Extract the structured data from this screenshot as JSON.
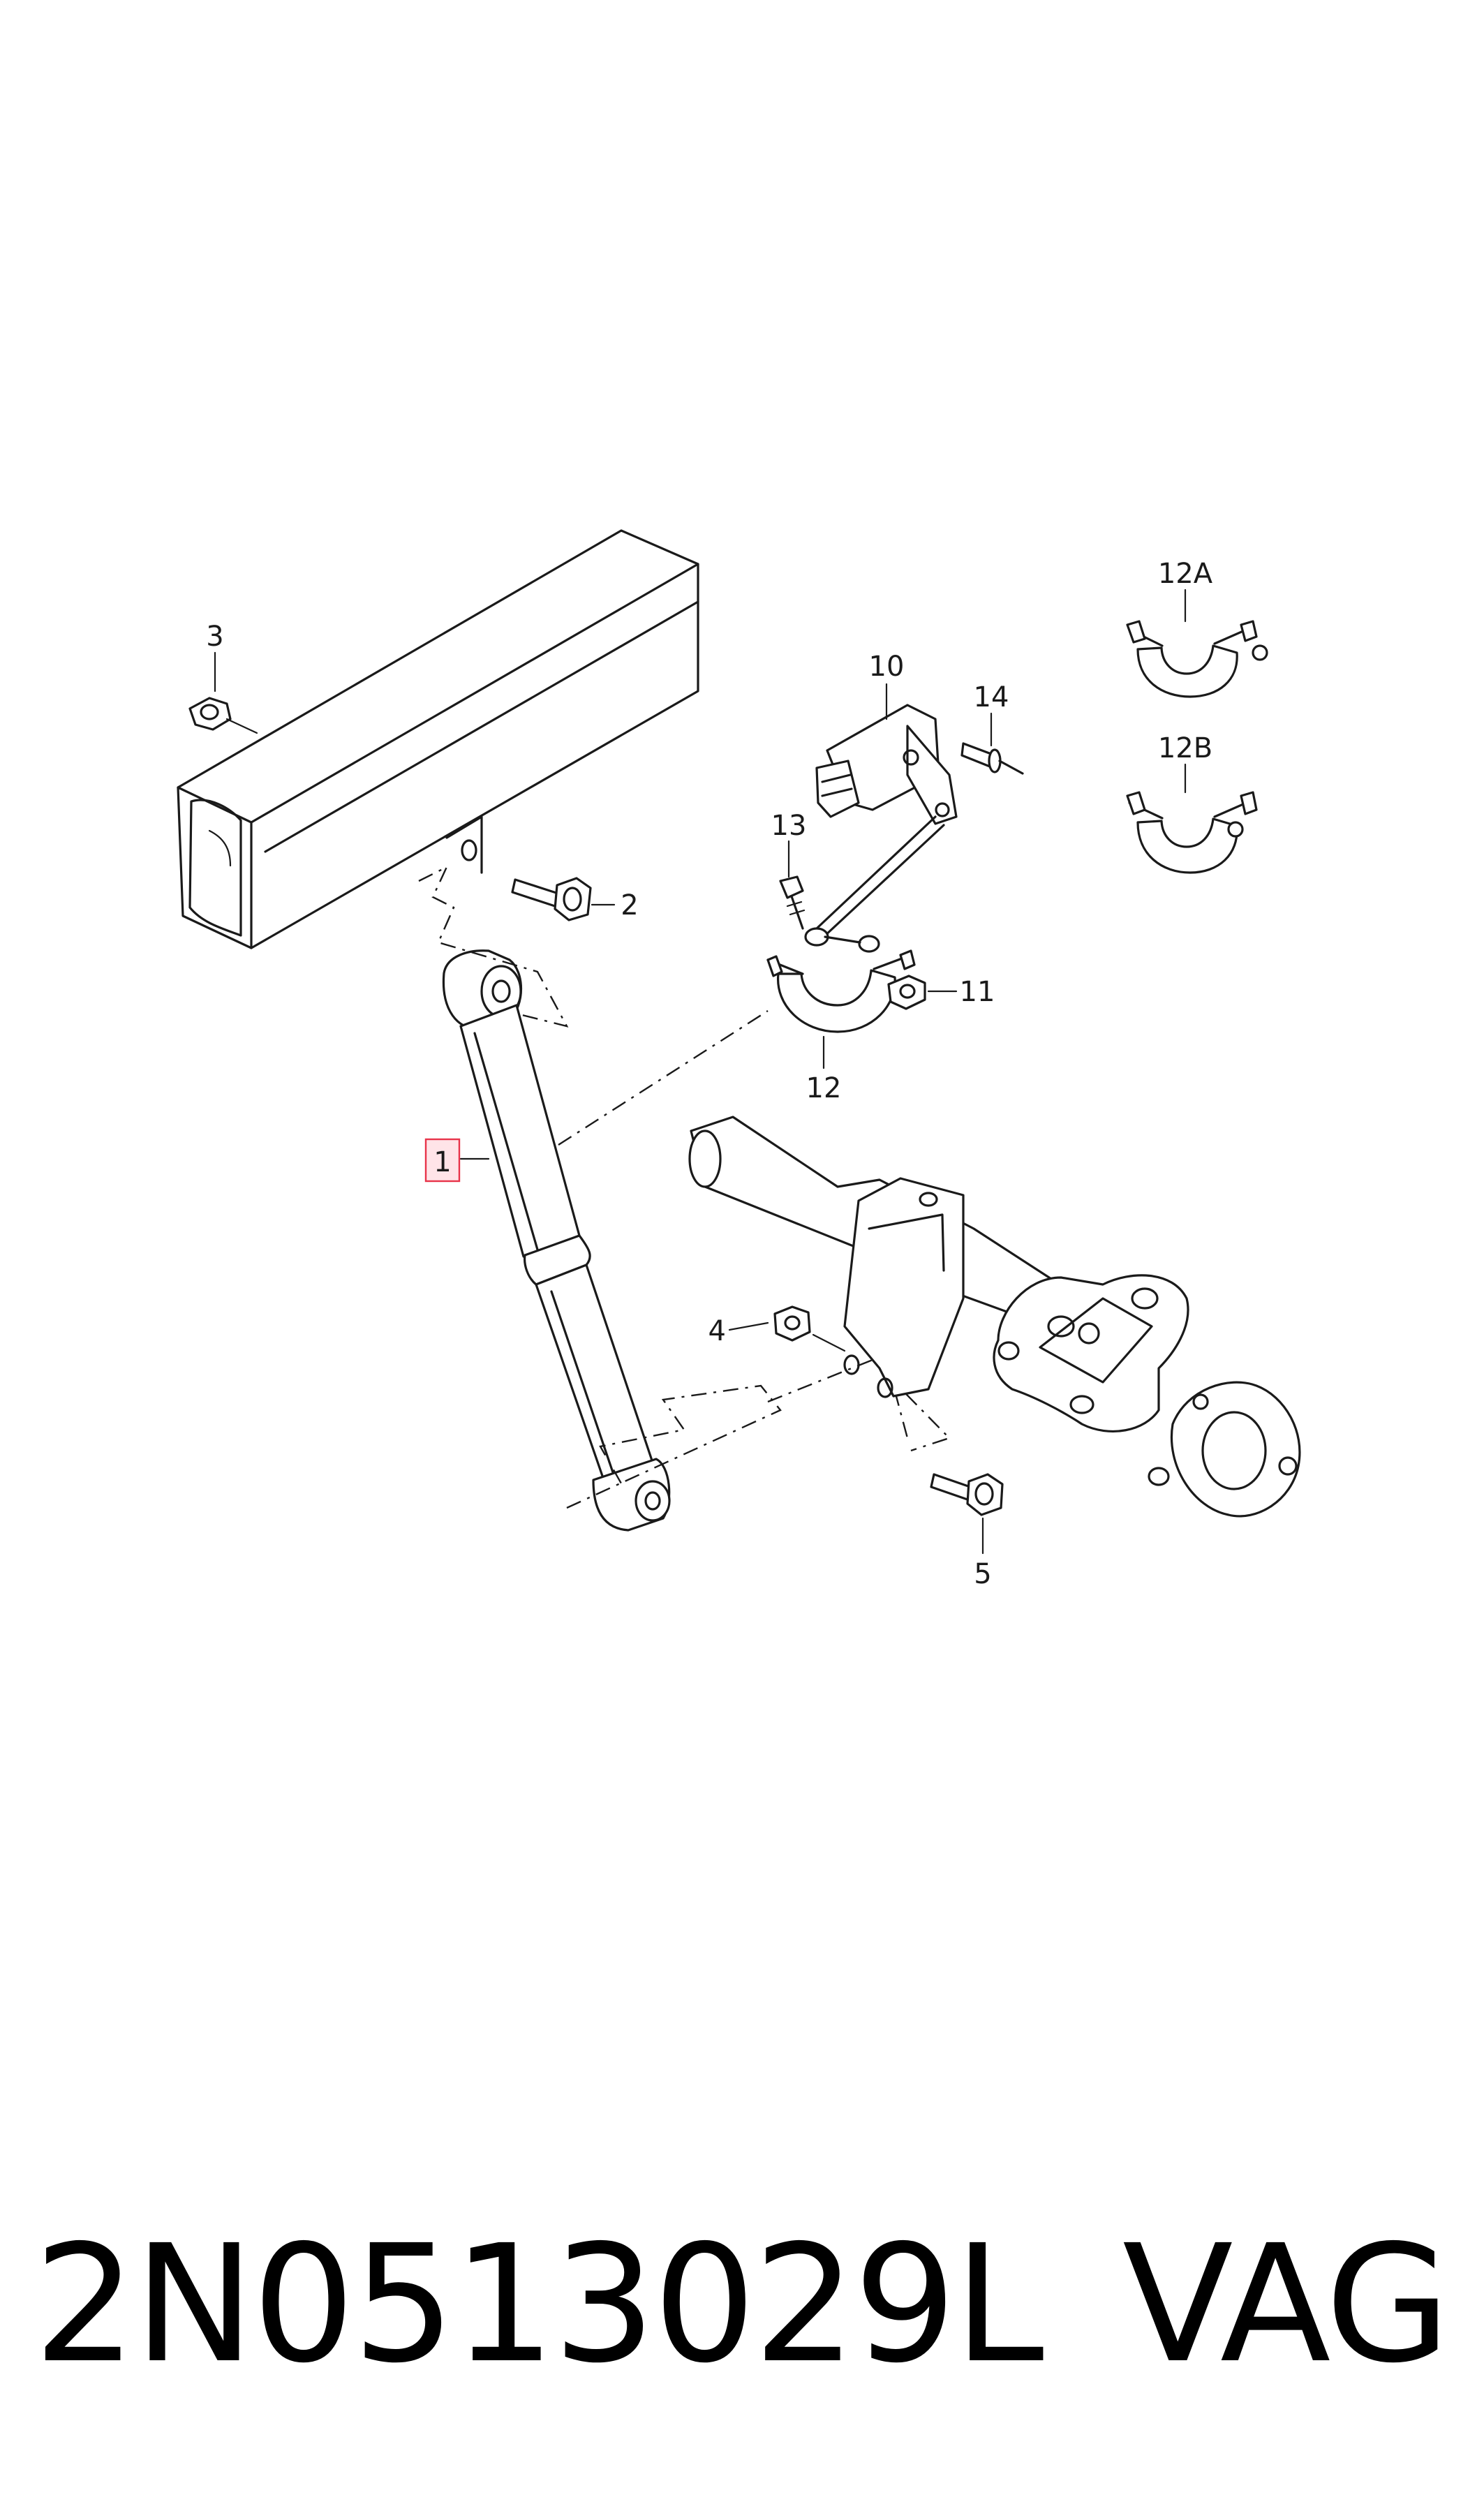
{
  "diagram": {
    "callouts": {
      "c1": "1",
      "c2": "2",
      "c3": "3",
      "c4": "4",
      "c5": "5",
      "c10": "10",
      "c11": "11",
      "c12": "12",
      "c12a": "12A",
      "c12b": "12B",
      "c13": "13",
      "c14": "14"
    },
    "highlight_color": "#e8344a"
  },
  "caption": {
    "part_number": "2N0513029L",
    "brand": "VAG"
  }
}
